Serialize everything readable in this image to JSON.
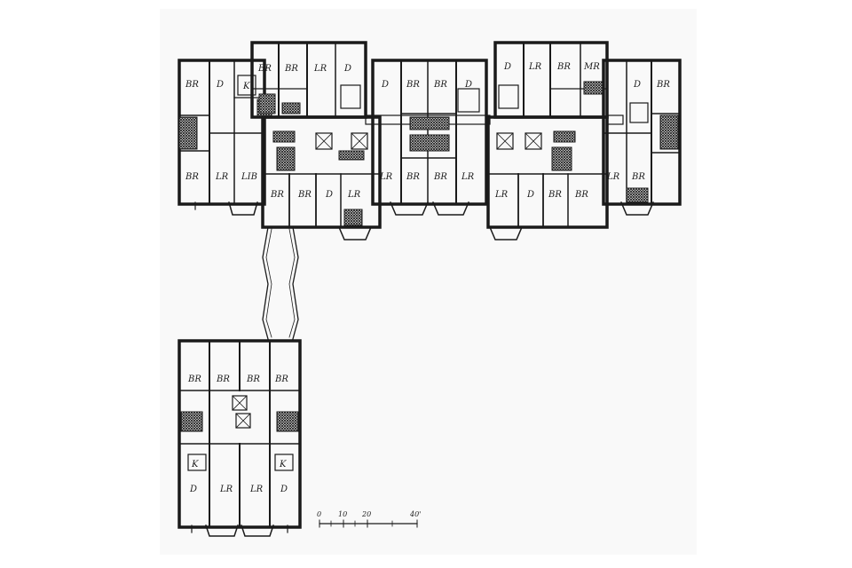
{
  "plan": {
    "rooms": {
      "a1": "BR",
      "a2": "D",
      "a3": "BR",
      "a4": "LR",
      "a5": "LIB",
      "a6": "K",
      "b1": "BR",
      "b2": "BR",
      "b3": "LR",
      "b4": "D",
      "b5": "BR",
      "b6": "BR",
      "b7": "D",
      "b8": "LR",
      "c1": "D",
      "c2": "BR",
      "c3": "BR",
      "c4": "D",
      "c5": "LR",
      "c6": "BR",
      "c7": "BR",
      "c8": "LR",
      "d1": "D",
      "d2": "LR",
      "d3": "BR",
      "d4": "MR",
      "d5": "LR",
      "d6": "D",
      "d7": "BR",
      "d8": "BR",
      "e1": "D",
      "e2": "BR",
      "e3": "LR",
      "e4": "BR",
      "f1": "BR",
      "f2": "BR",
      "f3": "BR",
      "f4": "BR",
      "f5": "K",
      "f6": "K",
      "f7": "D",
      "f8": "LR",
      "f9": "LR",
      "f10": "D"
    },
    "scale": {
      "ticks": [
        "0",
        "10",
        "20",
        "40'"
      ]
    }
  }
}
